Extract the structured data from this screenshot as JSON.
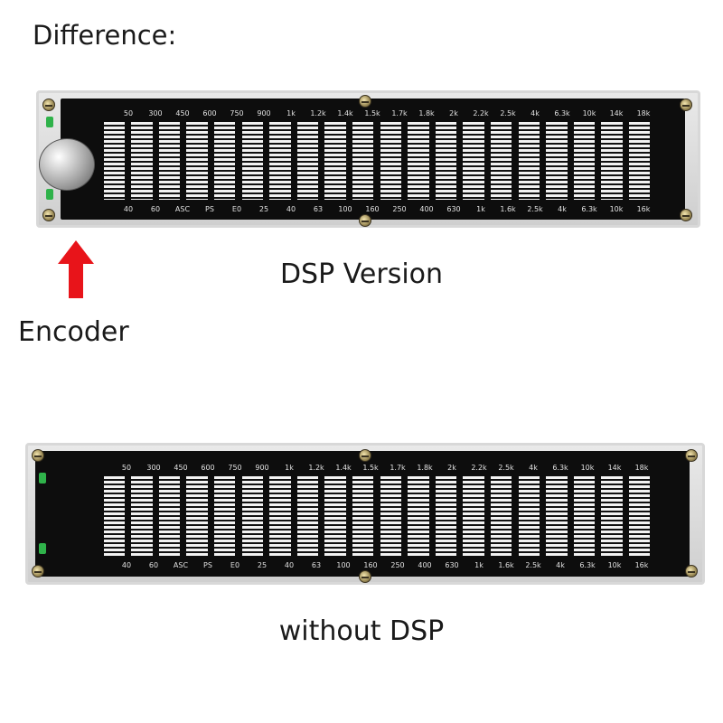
{
  "heading": "Difference:",
  "captions": {
    "dsp": "DSP Version",
    "encoder": "Encoder",
    "without_dsp": "without DSP"
  },
  "devices": [
    {
      "top_labels": [
        "50",
        "300",
        "450",
        "600",
        "750",
        "900",
        "1k",
        "1.2k",
        "1.4k",
        "1.5k",
        "1.7k",
        "1.8k",
        "2k",
        "2.2k",
        "2.5k",
        "4k",
        "6.3k",
        "10k",
        "14k",
        "18k"
      ],
      "bottom_labels": [
        "40",
        "60",
        "ASC",
        "PS",
        "E0",
        "25",
        "40",
        "63",
        "100",
        "160",
        "250",
        "400",
        "630",
        "1k",
        "1.6k",
        "2.5k",
        "4k",
        "6.3k",
        "10k",
        "16k"
      ]
    },
    {
      "top_labels": [
        "50",
        "300",
        "450",
        "600",
        "750",
        "900",
        "1k",
        "1.2k",
        "1.4k",
        "1.5k",
        "1.7k",
        "1.8k",
        "2k",
        "2.2k",
        "2.5k",
        "4k",
        "6.3k",
        "10k",
        "14k",
        "18k"
      ],
      "bottom_labels": [
        "40",
        "60",
        "ASC",
        "PS",
        "E0",
        "25",
        "40",
        "63",
        "100",
        "160",
        "250",
        "400",
        "630",
        "1k",
        "1.6k",
        "2.5k",
        "4k",
        "6.3k",
        "10k",
        "16k"
      ]
    }
  ],
  "colors": {
    "arrow": "#e8141a",
    "led": "#2fb24a"
  },
  "icons": {
    "arrow": "up-arrow-icon"
  }
}
